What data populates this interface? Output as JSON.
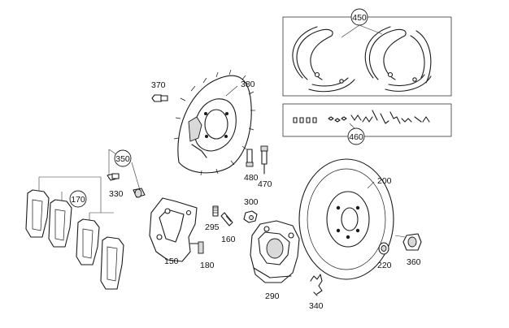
{
  "parts": {
    "p450": "450",
    "p460": "460",
    "p370": "370",
    "p380": "380",
    "p350": "350",
    "p330": "330",
    "p480": "480",
    "p470": "470",
    "p170": "170",
    "p150": "150",
    "p295": "295",
    "p300": "300",
    "p160": "160",
    "p180": "180",
    "p200": "200",
    "p220": "220",
    "p360": "360",
    "p290": "290",
    "p340": "340"
  }
}
